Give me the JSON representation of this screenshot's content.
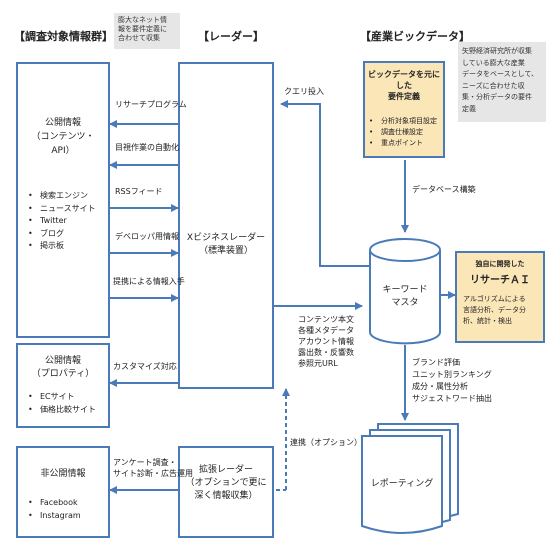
{
  "headers": {
    "left": "【調査対象情報群】",
    "center": "【レーダー】",
    "right": "【産業ビックデータ】"
  },
  "top_note": [
    "膨大なネット情",
    "報を要件定義に",
    "合わせて収集"
  ],
  "right_note": [
    "矢野経済研究所が収集",
    "している膨大な産業",
    "データをベースとして、",
    "ニーズに合わせた収",
    "集・分析データの要件",
    "定義"
  ],
  "public_content": {
    "title": [
      "公開情報",
      "（コンテンツ・",
      "API）"
    ],
    "items": [
      "検索エンジン",
      "ニュースサイト",
      "Twitter",
      "ブログ",
      "掲示板"
    ]
  },
  "public_property": {
    "title": [
      "公開情報",
      "（プロパティ）"
    ],
    "items": [
      "ECサイト",
      "価格比較サイト"
    ]
  },
  "private_info": {
    "title": "非公開情報",
    "items": [
      "Facebook",
      "Instagram"
    ]
  },
  "radar": {
    "lines": [
      "Xビジネスレーダー",
      "（標準装置）"
    ]
  },
  "extended_radar": {
    "lines": [
      "拡張レーダー",
      "（オプションで更に",
      "深く情報収集）"
    ]
  },
  "collection_labels": [
    "リサーチプログラム",
    "目視作業の自動化",
    "RSSフィード",
    "デベロッパ用情報",
    "提携による情報入手",
    "カスタマイズ対応"
  ],
  "survey_label": [
    "アンケート調査・",
    "サイト診断・広告運用"
  ],
  "requirements": {
    "title": [
      "ビックデータを元にした",
      "要件定義"
    ],
    "items": [
      "分析対象項目設定",
      "調査仕様設定",
      "重点ポイント"
    ]
  },
  "query_label": "クエリ投入",
  "db_build_label": "データベース構築",
  "keyword_master": [
    "キーワード",
    "マスタ"
  ],
  "ai_box": {
    "title_small": "独自に開発した",
    "title_big": "リサーチＡＩ",
    "desc": [
      "アルゴリズムによる",
      "言語分析、データ分",
      "析、統計・検出"
    ]
  },
  "content_labels": [
    "コンテンツ本文",
    "各種メタデータ",
    "アカウント情報",
    "露出数・反響数",
    "参照元URL"
  ],
  "option_label": "連携（オプション）",
  "report_items": [
    "ブランド評価",
    "ユニット別ランキング",
    "成分・属性分析",
    "サジェストワード抽出"
  ],
  "reporting_label": "レポーティング"
}
